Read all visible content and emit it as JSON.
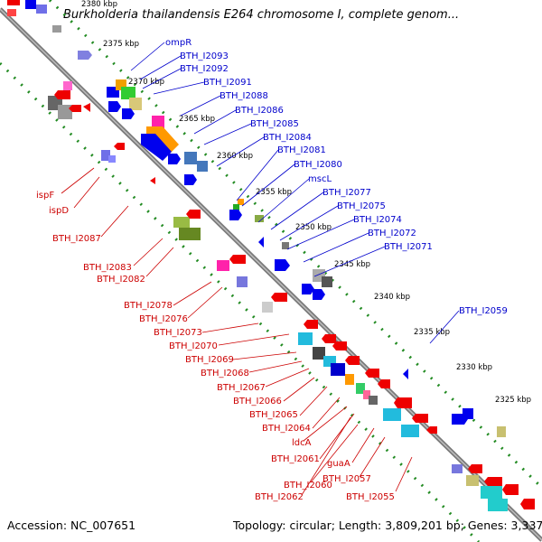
{
  "title": "Burkholderia thailandensis E264 chromosome I, complete genom...",
  "footer": {
    "accession": "Accession: NC_007651",
    "stats": "Topology: circular; Length: 3,809,201 bp; Genes: 3,337"
  },
  "scale_ticks": [
    {
      "label": "2380 kbp"
    },
    {
      "label": "2375 kbp"
    },
    {
      "label": "2370 kbp"
    },
    {
      "label": "2365 kbp"
    },
    {
      "label": "2360 kbp"
    },
    {
      "label": "2355 kbp"
    },
    {
      "label": "2350 kbp"
    },
    {
      "label": "2345 kbp"
    },
    {
      "label": "2340 kbp"
    },
    {
      "label": "2335 kbp"
    },
    {
      "label": "2330 kbp"
    },
    {
      "label": "2325 kbp"
    }
  ],
  "forward_genes": [
    "ompR",
    "BTH_I2093",
    "BTH_I2092",
    "BTH_I2091",
    "BTH_I2088",
    "BTH_I2086",
    "BTH_I2085",
    "BTH_I2084",
    "BTH_I2081",
    "BTH_I2080",
    "mscL",
    "BTH_I2077",
    "BTH_I2075",
    "BTH_I2074",
    "BTH_I2072",
    "BTH_I2071",
    "BTH_I2059"
  ],
  "reverse_genes": [
    "ispF",
    "ispD",
    "BTH_I2087",
    "BTH_I2083",
    "BTH_I2082",
    "BTH_I2078",
    "BTH_I2076",
    "BTH_I2073",
    "BTH_I2070",
    "BTH_I2069",
    "BTH_I2068",
    "BTH_I2067",
    "BTH_I2066",
    "BTH_I2065",
    "BTH_I2064",
    "ldcA",
    "BTH_I2061",
    "guaA",
    "BTH_I2060",
    "BTH_I2057",
    "BTH_I2062",
    "BTH_I2055"
  ],
  "colors": {
    "forward_strand": "#0000ee",
    "reverse_strand": "#ee0000",
    "backbone": "#7a7a7a",
    "tick_dots": "#228b22",
    "forward_label": "#0000cc",
    "reverse_label": "#cc0000"
  }
}
